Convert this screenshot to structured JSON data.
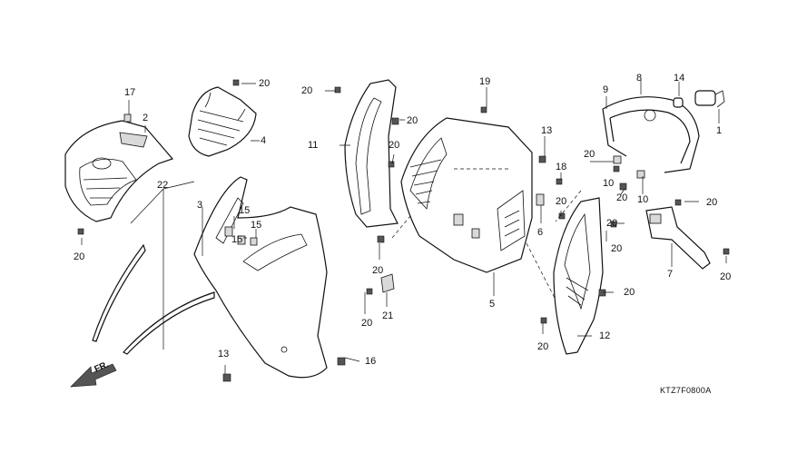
{
  "diagram": {
    "code": "KTZ7F0800A",
    "direction_label": "FR.",
    "callouts": [
      {
        "id": "c17a",
        "text": "17"
      },
      {
        "id": "c2",
        "text": "2"
      },
      {
        "id": "c20a",
        "text": "20"
      },
      {
        "id": "c4",
        "text": "4"
      },
      {
        "id": "c22",
        "text": "22"
      },
      {
        "id": "c3",
        "text": "3"
      },
      {
        "id": "c15a",
        "text": "15"
      },
      {
        "id": "c15b",
        "text": "15"
      },
      {
        "id": "c15c",
        "text": "15"
      },
      {
        "id": "c20b",
        "text": "20"
      },
      {
        "id": "c13a",
        "text": "13"
      },
      {
        "id": "c16",
        "text": "16"
      },
      {
        "id": "c20c",
        "text": "20"
      },
      {
        "id": "c11",
        "text": "11"
      },
      {
        "id": "c20d",
        "text": "20"
      },
      {
        "id": "c20e",
        "text": "20"
      },
      {
        "id": "c20f",
        "text": "20"
      },
      {
        "id": "c20g",
        "text": "20"
      },
      {
        "id": "c21",
        "text": "21"
      },
      {
        "id": "c19",
        "text": "19"
      },
      {
        "id": "c5",
        "text": "5"
      },
      {
        "id": "c13b",
        "text": "13"
      },
      {
        "id": "c18",
        "text": "18"
      },
      {
        "id": "c6",
        "text": "6"
      },
      {
        "id": "c20h",
        "text": "20"
      },
      {
        "id": "c20i",
        "text": "20"
      },
      {
        "id": "c9",
        "text": "9"
      },
      {
        "id": "c8",
        "text": "8"
      },
      {
        "id": "c14",
        "text": "14"
      },
      {
        "id": "c1",
        "text": "1"
      },
      {
        "id": "c20j",
        "text": "20"
      },
      {
        "id": "c10a",
        "text": "10"
      },
      {
        "id": "c10b",
        "text": "10"
      },
      {
        "id": "c20k",
        "text": "20"
      },
      {
        "id": "c20l",
        "text": "20"
      },
      {
        "id": "c7",
        "text": "7"
      },
      {
        "id": "c20m",
        "text": "20"
      },
      {
        "id": "c20n",
        "text": "20"
      },
      {
        "id": "c12",
        "text": "12"
      },
      {
        "id": "c20o",
        "text": "20"
      },
      {
        "id": "c20p",
        "text": "20"
      }
    ]
  }
}
